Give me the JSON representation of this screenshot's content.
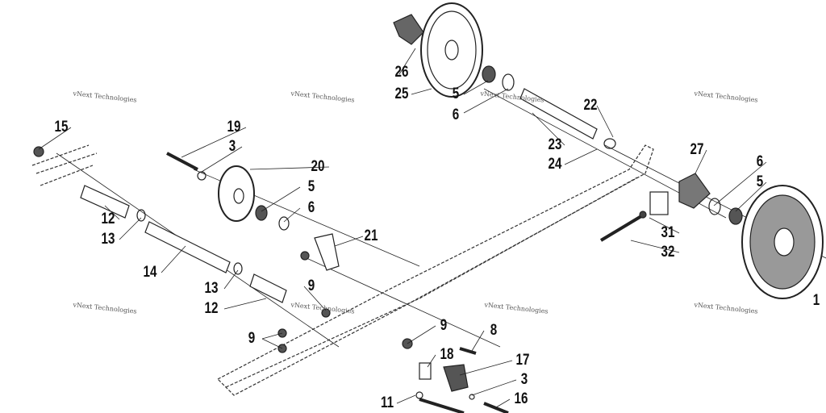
{
  "diagram": {
    "watermark": "vNext Technologies",
    "callouts": [
      "26",
      "25",
      "5",
      "6",
      "22",
      "23",
      "24",
      "27",
      "6",
      "5",
      "31",
      "32",
      "1",
      "15",
      "19",
      "3",
      "20",
      "5",
      "6",
      "21",
      "12",
      "13",
      "14",
      "13",
      "12",
      "9",
      "9",
      "8",
      "9",
      "18",
      "17",
      "3",
      "16",
      "11"
    ]
  }
}
